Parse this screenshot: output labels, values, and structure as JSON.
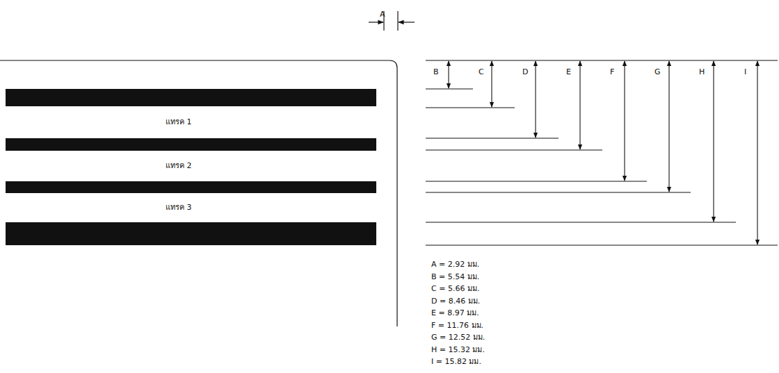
{
  "diagram": {
    "nodes": [
      {
        "text": [
          "แทรค 1"
        ]
      },
      {
        "text": [
          "แทรค 2"
        ]
      },
      {
        "text": [
          "แทรค 3"
        ]
      }
    ],
    "labels": [
      "A",
      "B",
      "C",
      "D",
      "E",
      "F",
      "G",
      "H",
      "I",
      "A = 2.92 มม.",
      "B = 5.54 มม.",
      "C = 5.66 มม.",
      "D = 8.46 มม.",
      "E = 8.97 มม.",
      "F = 11.76 มม.",
      "G = 12.52 มม.",
      "H = 15.32 มม.",
      "I = 15.82 มม."
    ]
  }
}
